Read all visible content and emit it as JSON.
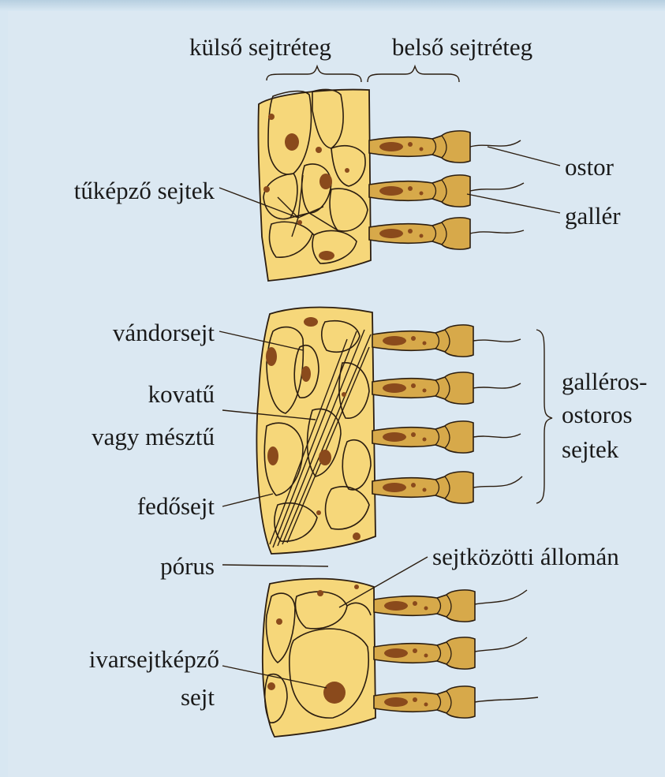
{
  "labels": {
    "outer_layer": "külső sejtréteg",
    "inner_layer": "belső sejtréteg",
    "spicule_forming": "tűképző sejtek",
    "flagellum": "ostor",
    "collar": "gallér",
    "amoebocyte": "vándorsejt",
    "spicule_line1": "kovatű",
    "spicule_line2": "vagy mésztű",
    "cover_cell": "fedősejt",
    "collar_cells_line1": "galléros-",
    "collar_cells_line2": "ostoros",
    "collar_cells_line3": "sejtek",
    "pore": "pórus",
    "matrix": "sejtközötti állomán",
    "germ_line1": "ivarsejtképző",
    "germ_line2": "sejt"
  },
  "colors": {
    "background": "#dbe8f2",
    "outer_cells": "#f6d77a",
    "collar_cells": "#d7a94a",
    "nucleus": "#8a4a1c",
    "outline": "#2b1d10"
  }
}
